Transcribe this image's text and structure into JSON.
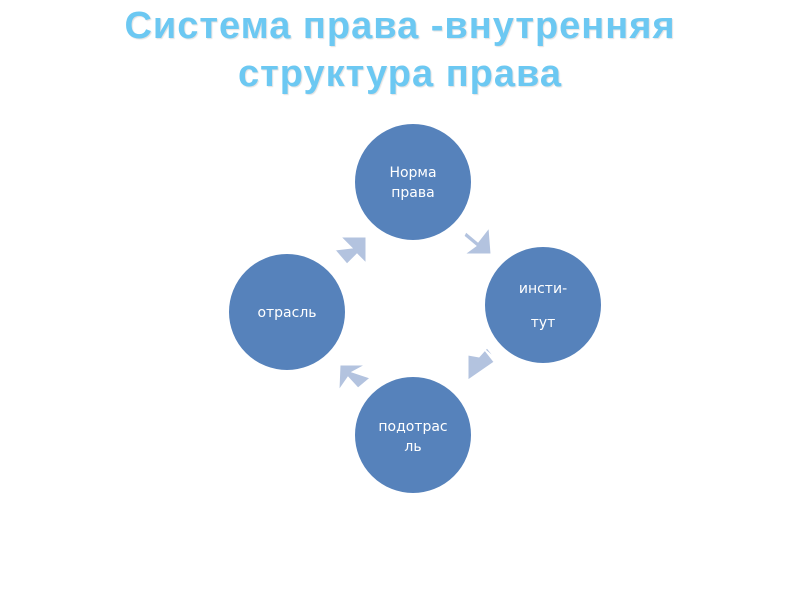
{
  "title": {
    "line1": "Система права -внутренняя",
    "line2": "структура права"
  },
  "diagram": {
    "nodes": [
      {
        "id": "norma",
        "lines": [
          "Норма",
          "права"
        ]
      },
      {
        "id": "institut",
        "lines": [
          "инсти-",
          "тут"
        ]
      },
      {
        "id": "podotrasl",
        "lines": [
          "подотрас",
          "ль"
        ]
      },
      {
        "id": "otrasl",
        "lines": [
          "отрасль"
        ]
      }
    ],
    "colors": {
      "circle_fill": "#5682bb",
      "circle_stroke": "#ffffff",
      "arrow_fill": "#b3c3df"
    }
  }
}
